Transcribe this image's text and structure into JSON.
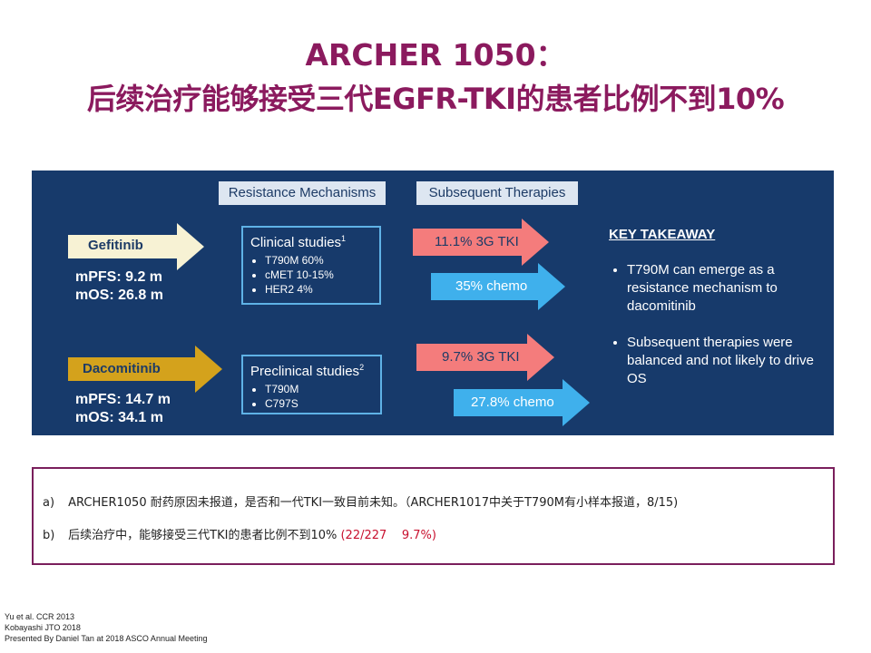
{
  "title": {
    "line1": "ARCHER 1050：",
    "line2": "后续治疗能够接受三代EGFR-TKI的患者比例不到10%"
  },
  "panel": {
    "headers": {
      "resistance": "Resistance Mechanisms",
      "subsequent": "Subsequent Therapies"
    },
    "gefitinib": {
      "label": "Gefitinib",
      "mpfs": "mPFS: 9.2 m",
      "mos": "mOS: 26.8 m",
      "color": "#f7f2d4"
    },
    "dacomitinib": {
      "label": "Dacomitinib",
      "mpfs": "mPFS: 14.7 m",
      "mos": "mOS: 34.1 m",
      "color": "#d4a21c"
    },
    "clinical": {
      "title": "Clinical studies",
      "sup": "1",
      "items": [
        "T790M 60%",
        "cMET 10-15%",
        "HER2 4%"
      ]
    },
    "preclinical": {
      "title": "Preclinical studies",
      "sup": "2",
      "items": [
        "T790M",
        "C797S"
      ]
    },
    "therapies": {
      "g_tki": "11.1% 3G TKI",
      "g_chemo": "35% chemo",
      "d_tki": "9.7% 3G TKI",
      "d_chemo": "27.8% chemo",
      "tki_color": "#f47c7c",
      "chemo_color": "#3fb0ec"
    },
    "key_takeaway": {
      "title": "KEY TAKEAWAY",
      "items": [
        "T790M can emerge as a resistance mechanism to dacomitinib",
        "Subsequent therapies were balanced and not likely to drive OS"
      ]
    }
  },
  "notes": {
    "a_label": "a)",
    "a_text": "ARCHER1050 耐药原因未报道，是否和一代TKI一致目前未知。（ARCHER1017中关于T790M有小样本报道，8/15)",
    "b_label": "b)",
    "b_text": "后续治疗中，能够接受三代TKI的患者比例不到10%",
    "b_red": "(22/227    9.7%)"
  },
  "references": [
    "Yu et al. CCR 2013",
    "Kobayashi JTO 2018",
    "Presented By Daniel Tan at 2018 ASCO Annual Meeting"
  ]
}
